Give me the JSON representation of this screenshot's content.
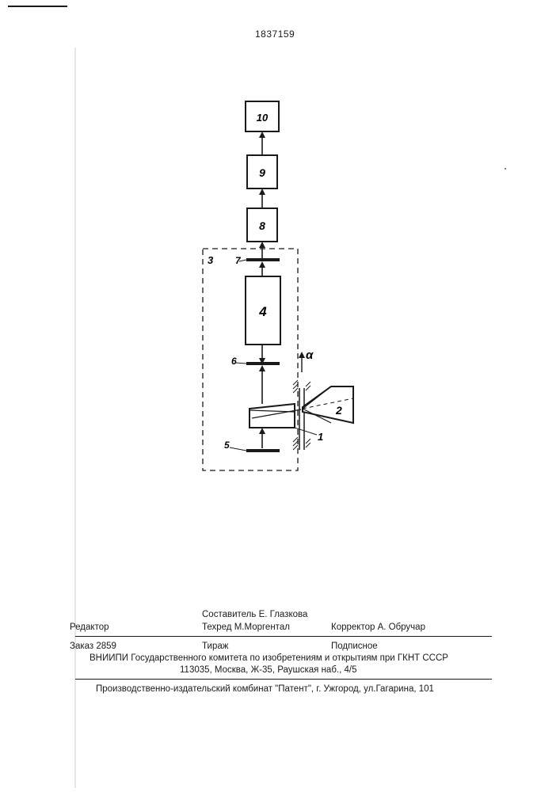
{
  "patent_number": "1837159",
  "figure": {
    "blocks": {
      "b10": "10",
      "b9": "9",
      "b8": "8",
      "b4": "4",
      "b2": "2"
    },
    "callouts": {
      "c3": "3",
      "c7": "7",
      "c6": "6",
      "c5": "5",
      "c1": "1",
      "alpha": "α"
    }
  },
  "footer": {
    "editor": "Редактор",
    "compiler": "Составитель  Е. Глазкова",
    "techred": "Техред М.Моргентал",
    "corrector": "Корректор  А. Обручар",
    "order": "Заказ  2859",
    "circulation": "Тираж",
    "subscription": "Подписное",
    "org_line": "ВНИИПИ Государственного комитета по изобретениям и открытиям при ГКНТ СССР",
    "address_line": "113035, Москва, Ж-35, Раушская наб., 4/5",
    "publisher_line": "Производственно-издательский комбинат \"Патент\", г. Ужгород, ул.Гагарина, 101"
  }
}
